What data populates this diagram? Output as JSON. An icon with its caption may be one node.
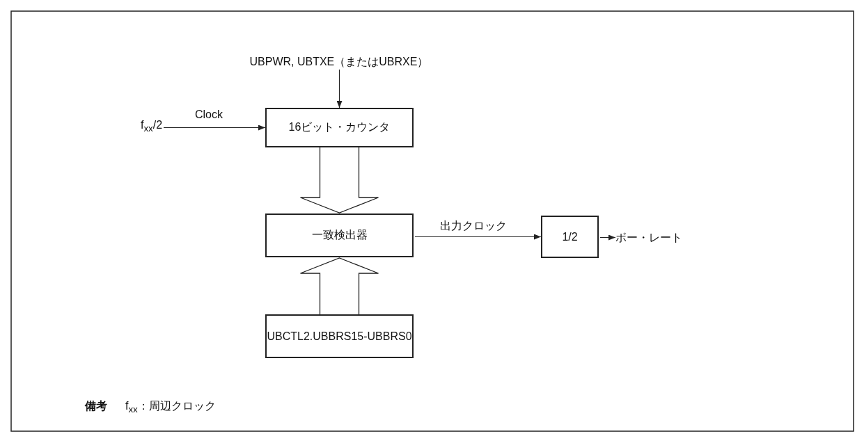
{
  "diagram": {
    "nodes": [
      {
        "text": [
          "UBPWR, UBTXE（またはUBRXE）"
        ]
      },
      {
        "text": [
          "f$_{xx}$/2"
        ]
      },
      {
        "text": [
          "16ビット・カウンタ"
        ]
      },
      {
        "text": [
          "一致検出器"
        ]
      },
      {
        "text": [
          "UBCTL2.UBBRS15-UBBRS0"
        ]
      },
      {
        "text": [
          "1/2"
        ]
      },
      {
        "text": [
          "ボー・レート"
        ]
      }
    ],
    "edges": [
      {
        "from": 0,
        "to": 2,
        "arrow": "to"
      },
      {
        "from": 1,
        "to": 2,
        "arrow": "to",
        "label": "Clock"
      },
      {
        "from": 2,
        "to": 3,
        "arrow": "to"
      },
      {
        "from": 4,
        "to": 3,
        "arrow": "to"
      },
      {
        "from": 3,
        "to": 5,
        "arrow": "to",
        "label": "出力クロック"
      },
      {
        "from": 5,
        "to": 6,
        "arrow": "to"
      }
    ],
    "labels": [
      "備考",
      "f$_{xx}$：周辺クロック"
    ]
  }
}
